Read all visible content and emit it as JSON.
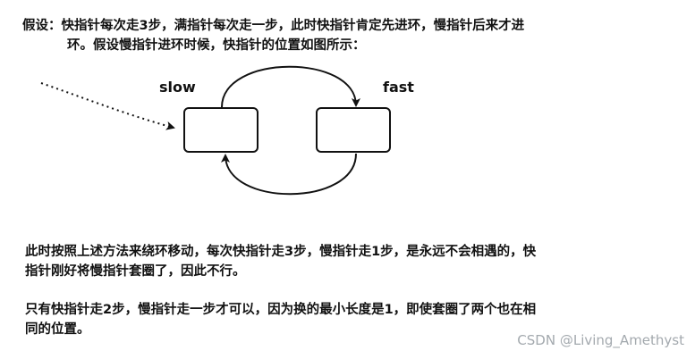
{
  "text": {
    "assumption_line1": "假设：快指针每次走3步，满指针每次走一步，此时快指针肯定先进环，慢指针后来才进",
    "assumption_line2": "环。假设慢指针进环时候，快指针的位置如图所示：",
    "explain_line1": "此时按照上述方法来绕环移动，每次快指针走3步，慢指针走1步，是永远不会相遇的，快",
    "explain_line2": "指针刚好将慢指针套圈了，因此不行。",
    "conclusion_line1": "只有快指针走2步，慢指针走一步才可以，因为换的最小长度是1，即使套圈了两个也在相",
    "conclusion_line2": "同的位置。"
  },
  "diagram": {
    "slow_label": "slow",
    "fast_label": "fast"
  },
  "watermark": "CSDN @Living_Amethyst"
}
